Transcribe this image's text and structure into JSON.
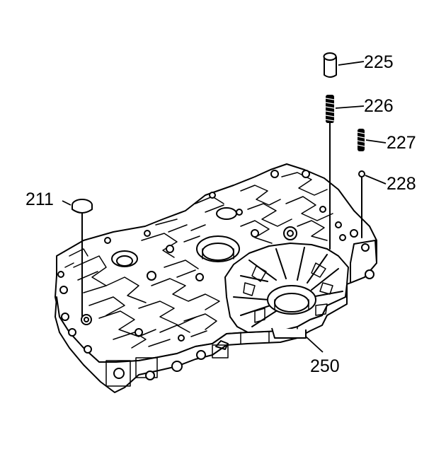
{
  "diagram": {
    "callouts": {
      "c211": "211",
      "c225": "225",
      "c226": "226",
      "c227": "227",
      "c228": "228",
      "c250": "250"
    },
    "parts": {
      "p211": "valve-plug",
      "p225": "plug",
      "p226": "spring",
      "p227": "spring",
      "p228": "check-ball",
      "p250": "valve-body"
    }
  }
}
